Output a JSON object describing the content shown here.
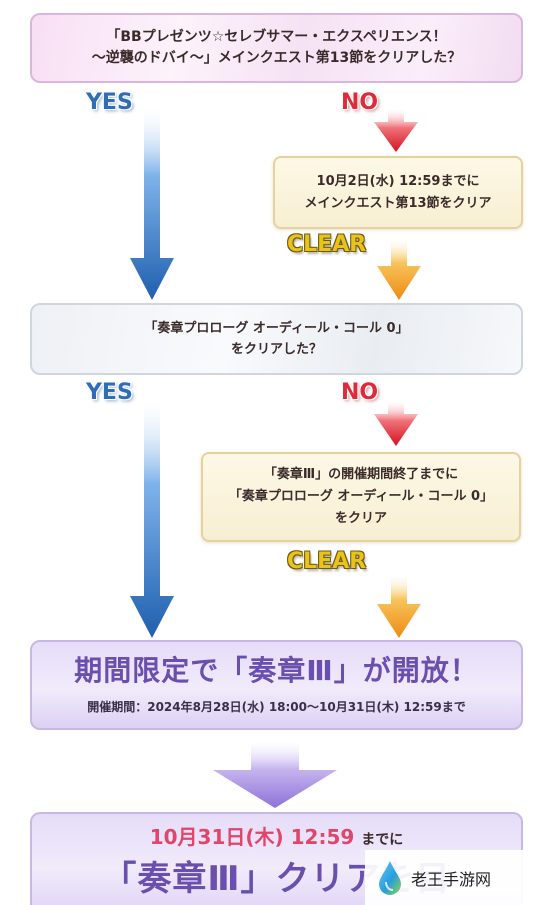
{
  "question1": {
    "line1": "「BBプレゼンツ☆セレブサマー・エクスペリエンス！",
    "line2": "～逆襲のドバイ～」メインクエスト第13節をクリアした？"
  },
  "branch1": {
    "yes": "YES",
    "no": "NO",
    "clear": "CLEAR"
  },
  "condition1": {
    "line1": "10月2日(水) 12:59までに",
    "line2": "メインクエスト第13節をクリア"
  },
  "question2": {
    "line1": "「奏章プロローグ オーディール・コール 0」",
    "line2": "をクリアした？"
  },
  "branch2": {
    "yes": "YES",
    "no": "NO",
    "clear": "CLEAR"
  },
  "condition2": {
    "line1": "「奏章Ⅲ」の開催期間終了までに",
    "line2": "「奏章プロローグ オーディール・コール 0」",
    "line3": "をクリア"
  },
  "unlock": {
    "headline": "期間限定で「奏章Ⅲ」が開放！",
    "period": "開催期間：2024年8月28日(水) 18:00～10月31日(木) 12:59まで"
  },
  "goal": {
    "deadline": "10月31日(木) 12:59",
    "deadline_suffix": "までに",
    "target": "「奏章Ⅲ」クリアを目"
  },
  "watermark": {
    "text": "老王手游网",
    "icon": "water-drop-logo-icon"
  },
  "colors": {
    "yes": "#2f6db8",
    "no": "#e02a3a",
    "clear": "#e9c318",
    "headline": "#6a4fae",
    "deadline": "#e0456a"
  }
}
